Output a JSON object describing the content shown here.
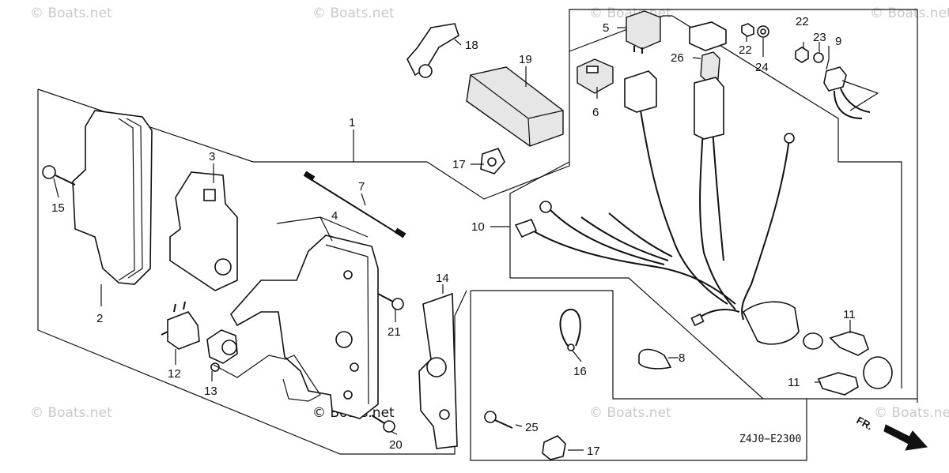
{
  "watermark": "© Boats.net",
  "diagram_code": "Z4J0−E2300",
  "direction_label": "FR.",
  "callouts": [
    "1",
    "2",
    "3",
    "4",
    "5",
    "6",
    "7",
    "8",
    "9",
    "10",
    "11",
    "11",
    "12",
    "13",
    "14",
    "15",
    "16",
    "17",
    "17",
    "18",
    "19",
    "20",
    "21",
    "22",
    "22",
    "23",
    "24",
    "25",
    "26"
  ],
  "colors": {
    "ink": "#111111",
    "watermark": "#c9c9c9",
    "background": "#ffffff"
  }
}
